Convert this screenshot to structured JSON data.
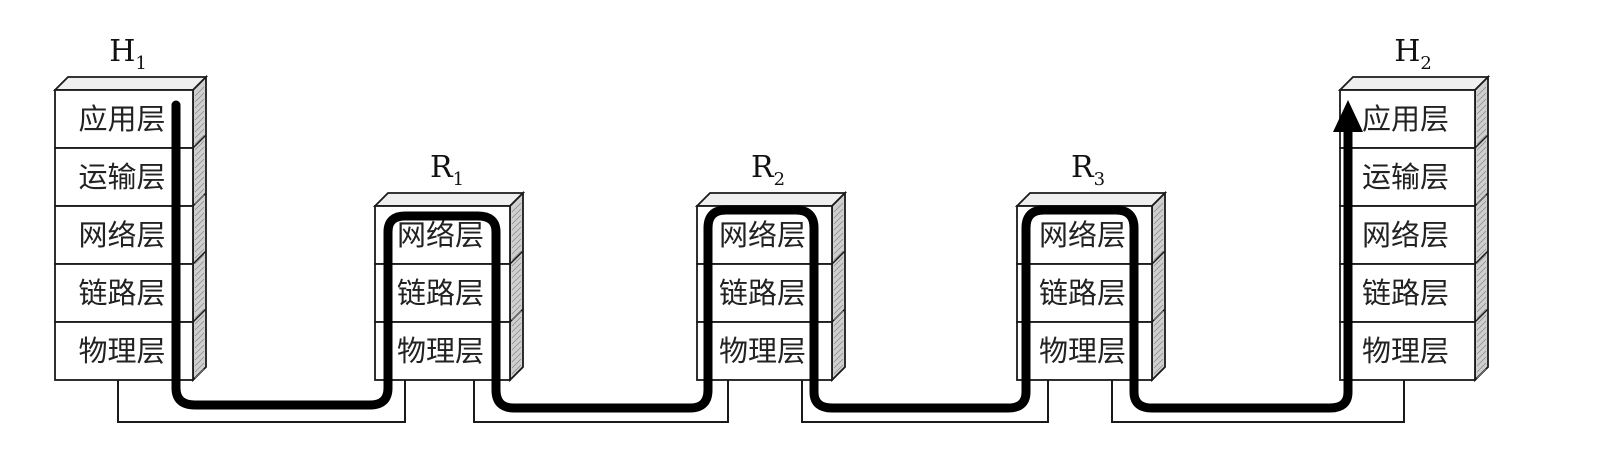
{
  "nodes": [
    {
      "name": "H",
      "sub": "1",
      "layers": [
        "应用层",
        "运输层",
        "网络层",
        "链路层",
        "物理层"
      ]
    },
    {
      "name": "R",
      "sub": "1",
      "layers": [
        "网络层",
        "链路层",
        "物理层"
      ]
    },
    {
      "name": "R",
      "sub": "2",
      "layers": [
        "网络层",
        "链路层",
        "物理层"
      ]
    },
    {
      "name": "R",
      "sub": "3",
      "layers": [
        "网络层",
        "链路层",
        "物理层"
      ]
    },
    {
      "name": "H",
      "sub": "2",
      "layers": [
        "应用层",
        "运输层",
        "网络层",
        "链路层",
        "物理层"
      ]
    }
  ],
  "colors": {
    "box_fill": "#ffffff",
    "side_fill": "#cfcfcf",
    "top_fill": "#efefef",
    "outline": "#1a1a1a",
    "path": "#000000",
    "layer_text": "#222222"
  }
}
